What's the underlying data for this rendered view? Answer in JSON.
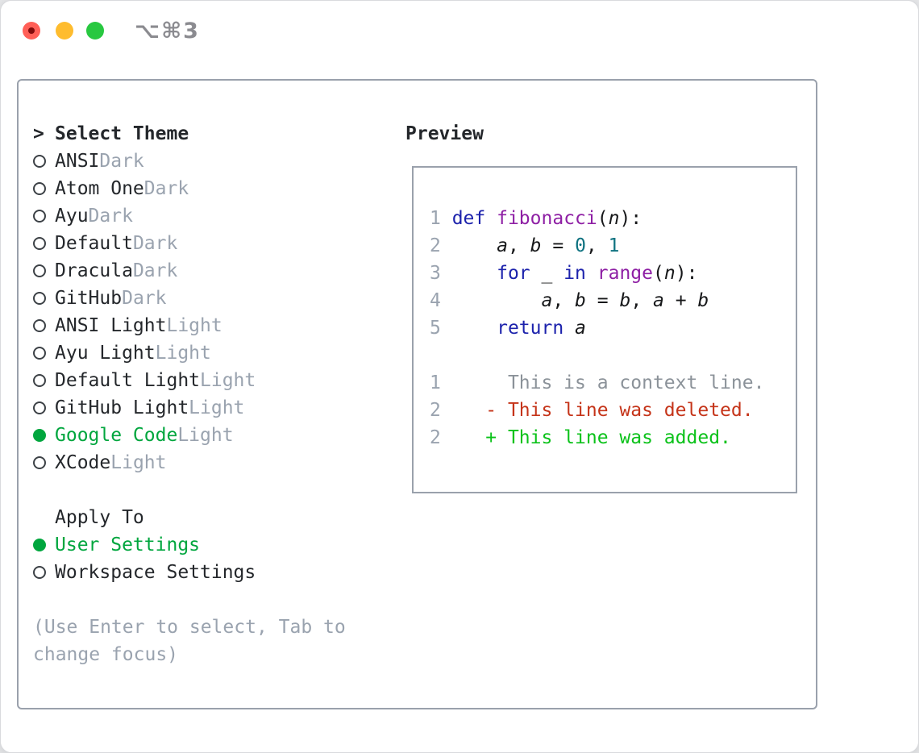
{
  "titlebar": {
    "shortcut": "⌥⌘3"
  },
  "panel": {
    "select_theme": {
      "marker": ">",
      "title": "Select Theme",
      "items": [
        {
          "name": "ANSI",
          "variant": "Dark",
          "selected": false
        },
        {
          "name": "Atom One",
          "variant": "Dark",
          "selected": false
        },
        {
          "name": "Ayu",
          "variant": "Dark",
          "selected": false
        },
        {
          "name": "Default",
          "variant": "Dark",
          "selected": false
        },
        {
          "name": "Dracula",
          "variant": "Dark",
          "selected": false
        },
        {
          "name": "GitHub",
          "variant": "Dark",
          "selected": false
        },
        {
          "name": "ANSI Light",
          "variant": "Light",
          "selected": false
        },
        {
          "name": "Ayu Light",
          "variant": "Light",
          "selected": false
        },
        {
          "name": "Default Light",
          "variant": "Light",
          "selected": false
        },
        {
          "name": "GitHub Light",
          "variant": "Light",
          "selected": false
        },
        {
          "name": "Google Code",
          "variant": "Light",
          "selected": true
        },
        {
          "name": "XCode",
          "variant": "Light",
          "selected": false
        }
      ]
    },
    "apply_to": {
      "title": "Apply To",
      "options": [
        {
          "label": "User Settings",
          "selected": true
        },
        {
          "label": "Workspace Settings",
          "selected": false
        }
      ]
    },
    "footer_hint": "(Use Enter to select, Tab to change focus)"
  },
  "preview": {
    "title": "Preview",
    "code_lines": [
      {
        "num": "1",
        "segments": [
          {
            "text": "def",
            "cls": "kw"
          },
          {
            "text": " ",
            "cls": "pl"
          },
          {
            "text": "fibonacci",
            "cls": "fn"
          },
          {
            "text": "(",
            "cls": "pl"
          },
          {
            "text": "n",
            "cls": "id"
          },
          {
            "text": "):",
            "cls": "pl"
          }
        ]
      },
      {
        "num": "2",
        "segments": [
          {
            "text": "    ",
            "cls": "pl"
          },
          {
            "text": "a",
            "cls": "id"
          },
          {
            "text": ", ",
            "cls": "pl"
          },
          {
            "text": "b",
            "cls": "id"
          },
          {
            "text": " = ",
            "cls": "pl"
          },
          {
            "text": "0",
            "cls": "num"
          },
          {
            "text": ", ",
            "cls": "pl"
          },
          {
            "text": "1",
            "cls": "num"
          }
        ]
      },
      {
        "num": "3",
        "segments": [
          {
            "text": "    ",
            "cls": "pl"
          },
          {
            "text": "for",
            "cls": "kw"
          },
          {
            "text": " _ ",
            "cls": "pl"
          },
          {
            "text": "in",
            "cls": "kw"
          },
          {
            "text": " ",
            "cls": "pl"
          },
          {
            "text": "range",
            "cls": "fn"
          },
          {
            "text": "(",
            "cls": "pl"
          },
          {
            "text": "n",
            "cls": "id"
          },
          {
            "text": "):",
            "cls": "pl"
          }
        ]
      },
      {
        "num": "4",
        "segments": [
          {
            "text": "        ",
            "cls": "pl"
          },
          {
            "text": "a",
            "cls": "id"
          },
          {
            "text": ", ",
            "cls": "pl"
          },
          {
            "text": "b",
            "cls": "id"
          },
          {
            "text": " = ",
            "cls": "pl"
          },
          {
            "text": "b",
            "cls": "id"
          },
          {
            "text": ", ",
            "cls": "pl"
          },
          {
            "text": "a",
            "cls": "id"
          },
          {
            "text": " + ",
            "cls": "pl"
          },
          {
            "text": "b",
            "cls": "id"
          }
        ]
      },
      {
        "num": "5",
        "segments": [
          {
            "text": "    ",
            "cls": "pl"
          },
          {
            "text": "return",
            "cls": "kw"
          },
          {
            "text": " ",
            "cls": "pl"
          },
          {
            "text": "a",
            "cls": "id"
          }
        ]
      }
    ],
    "diff_lines": [
      {
        "num": "1",
        "kind": "context",
        "text": "      This is a context line."
      },
      {
        "num": "2",
        "kind": "deleted",
        "text": "    - This line was deleted."
      },
      {
        "num": "2",
        "kind": "added",
        "text": "    + This line was added."
      }
    ]
  },
  "colors": {
    "accent_green": "#00a63e",
    "text_primary": "#24272b",
    "text_muted": "#9aa3af",
    "border": "#9aa1ac",
    "gutter": "#9aa3af",
    "code_keyword": "#1c22ac",
    "code_function": "#8e1fa4",
    "code_number": "#0e7280",
    "code_plain": "#17181a",
    "diff_context": "#8b9299",
    "diff_deleted": "#c53419",
    "diff_added": "#0bc21a",
    "traffic_red": "#ff5f57",
    "traffic_red_dot": "#820b0b",
    "traffic_yellow": "#febc2e",
    "traffic_green": "#28c840",
    "shortcut_text": "#8b8b90"
  }
}
